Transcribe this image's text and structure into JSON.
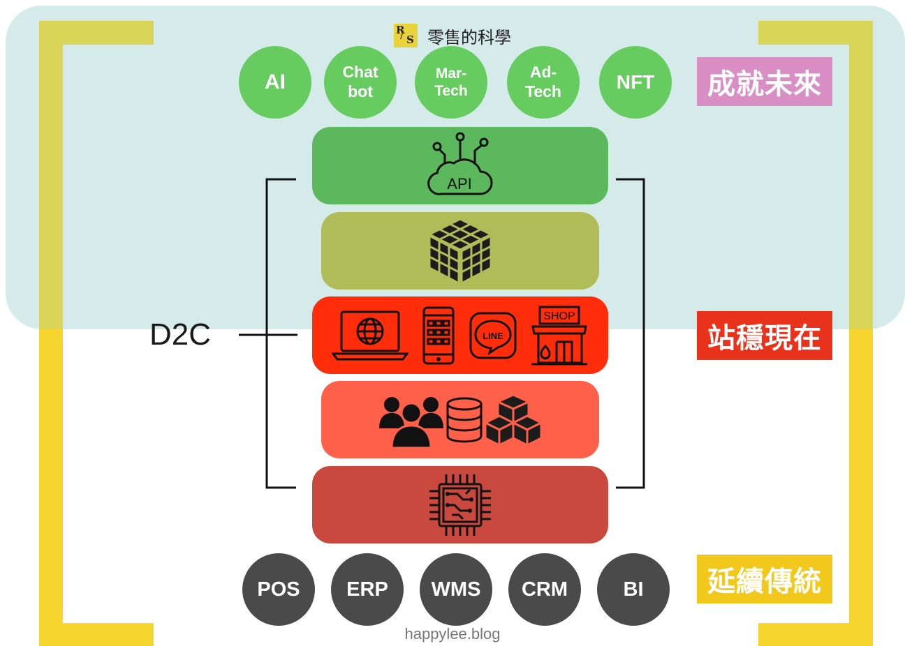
{
  "header": {
    "brand_logo_letters": [
      "R",
      "S"
    ],
    "brand_name": "零售的科學"
  },
  "future": {
    "label": "成就未來",
    "items": [
      "AI",
      "Chat\nbot",
      "Mar-\nTech",
      "Ad-\nTech",
      "NFT"
    ],
    "colors": {
      "circle": "#66cc60",
      "tag": "#d98fc4"
    }
  },
  "present": {
    "label": "站穩現在",
    "colors": {
      "tag": "#e8321c"
    }
  },
  "legacy": {
    "label": "延續傳統",
    "items": [
      "POS",
      "ERP",
      "WMS",
      "CRM",
      "BI"
    ],
    "colors": {
      "circle": "#4a4a4a",
      "tag": "#f2c81c"
    }
  },
  "stack": {
    "bracket_label": "D2C",
    "layers": [
      {
        "name": "api",
        "icons": [
          "api-cloud-icon"
        ],
        "icon_text": "API",
        "color": "#5cb85c"
      },
      {
        "name": "data-cube",
        "icons": [
          "rubiks-cube-icon"
        ],
        "color": "#b0bc57"
      },
      {
        "name": "channels",
        "icons": [
          "laptop-globe-icon",
          "smartphone-icon",
          "line-app-icon",
          "shop-icon"
        ],
        "icon_text": "LINE",
        "shop_text": "SHOP",
        "color": "#ff2d0a"
      },
      {
        "name": "customers-data-inventory",
        "icons": [
          "people-group-icon",
          "database-icon",
          "boxes-icon"
        ],
        "color": "#ff604a"
      },
      {
        "name": "infrastructure",
        "icons": [
          "cpu-chip-icon"
        ],
        "color": "#c9493e"
      }
    ]
  },
  "footer": {
    "site": "happylee.blog"
  }
}
